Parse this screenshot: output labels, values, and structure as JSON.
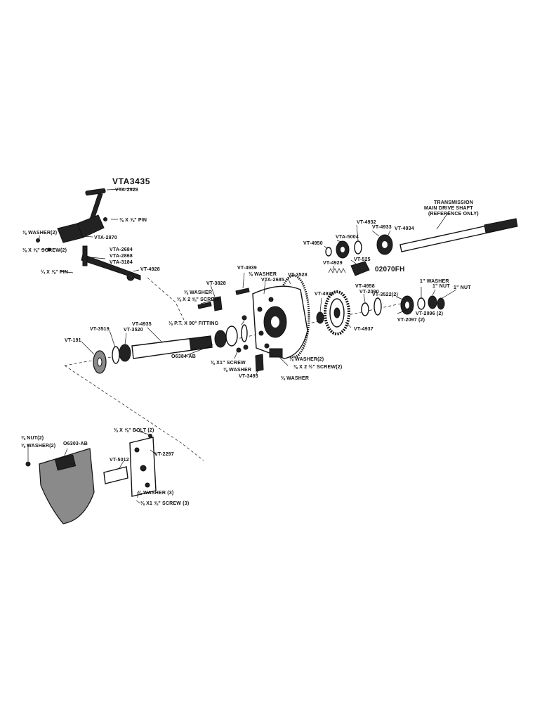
{
  "labels": {
    "vta3435": "VTA3435",
    "vta2928": "VTA-2928",
    "pin_top": "⅜ X ⅝\" PIN",
    "washer2_left": "⅜ WASHER(2)",
    "vta2870": "VTA-2870",
    "screw2_left": "⅜ X ⅝\" SCREW(2)",
    "vta2684": "VTA-2684",
    "vta2868": "VTA-2868",
    "vta3184": "VTA-3184",
    "vt4928": "VT-4928",
    "pin_left": "¼ X ⅝\" PIN",
    "trans_1": "TRANSMISSION",
    "trans_2": "MAIN DRIVE SHAFT",
    "trans_3": "(REFERENCE ONLY)",
    "vt4932": "VT-4932",
    "vta5004": "VTA-5004",
    "vt4933": "VT-4933",
    "vt4934": "VT-4934",
    "vt4950": "VT-4950",
    "vt4939": "VT-4939",
    "washer_mid": "⅜ WASHER",
    "vta2685": "VTA-2685",
    "vt3528": "VT-3528",
    "vt4929": "VT-4929",
    "vt525": "VT-525",
    "code02070fh": "02070FH",
    "vt3828": "VT-3828",
    "washer_3828": "⅜ WASHER",
    "screw_3828": "⅜ X 2 ⅝\" SCREW",
    "vt4958": "VT-4958",
    "vt2090": "VT-2090",
    "vt3522": "VT-3522(2)",
    "washer1": "1\" WASHER",
    "nut1a": "1\" NUT",
    "nut1b": "1\" NUT",
    "vt4936": "VT-4936",
    "fitting": "⅛ P.T. X 90° FITTING",
    "vt2096": "VT-2096 (2)",
    "vt2097": "VT-2097 (2)",
    "vt4937": "VT-4937",
    "vt3519": "VT-3519",
    "vt4935": "VT-4935",
    "vt3520": "VT-3520",
    "vt191": "VT-191",
    "o6384": "O6384-AB",
    "screw_mid": "⅜ X1\" SCREW",
    "washer_mid2": "⅜ WASHER",
    "vt3493": "VT-3493",
    "washer2_mid": "⅜ WASHER(2)",
    "screw2_mid": "⅜ X 2 ½\" SCREW(2)",
    "washer_mid3": "⅜ WASHER",
    "nut2": "⅜ NUT(2)",
    "washer2_bottom": "⅜ WASHER(2)",
    "o6303": "O6303-AB",
    "bolt2": "⅜ X ⅝\" BOLT (2)",
    "vt2297": "VT-2297",
    "vt5012": "VT-5012",
    "washer3": "⅜ WASHER (3)",
    "screw3": "⅜ X1 ⅝\" SCREW (3)"
  }
}
